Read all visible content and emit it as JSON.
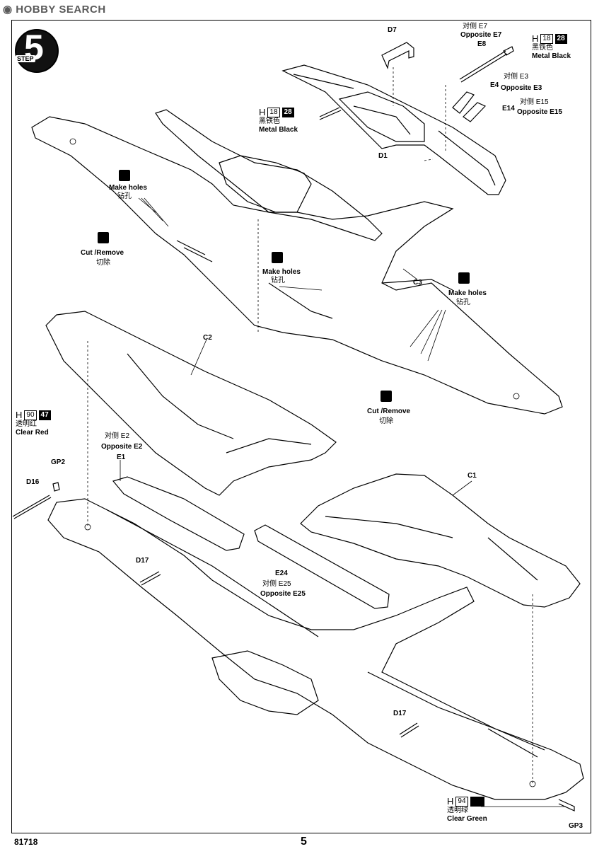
{
  "watermark": {
    "brand": "HOBBY SEARCH"
  },
  "step": {
    "number": "5",
    "label": "STEP"
  },
  "footer": {
    "code": "81718",
    "page": "5"
  },
  "paints": {
    "metal_black_top": {
      "letter": "H",
      "num1": "18",
      "num2": "28",
      "cn": "黑铁色",
      "en": "Metal  Black"
    },
    "metal_black_mid": {
      "letter": "H",
      "num1": "18",
      "num2": "28",
      "cn": "黑铁色",
      "en": "Metal  Black"
    },
    "clear_red": {
      "letter": "H",
      "num1": "90",
      "num2": "47",
      "cn": "透明红",
      "en": "Clear Red"
    },
    "clear_green": {
      "letter": "H",
      "num1": "94",
      "num2": "",
      "cn": "透明绿",
      "en": "Clear Green"
    }
  },
  "instructions": {
    "make_holes": {
      "en": "Make holes",
      "cn": "钻孔"
    },
    "cut_remove": {
      "en": "Cut /Remove",
      "cn": "切除"
    }
  },
  "parts": {
    "d7": "D7",
    "d1": "D1",
    "e7_cn": "对侧 E7",
    "e7_en": "Opposite E7",
    "e8": "E8",
    "e3_cn": "对侧 E3",
    "e3_en": "Opposite E3",
    "e4": "E4",
    "e15_cn": "对侧 E15",
    "e15_en": "Opposite E15",
    "e14": "E14",
    "c3": "C3",
    "c2": "C2",
    "c1": "C1",
    "e2_cn": "对侧 E2",
    "e2_en": "Opposite E2",
    "e1": "E1",
    "gp2": "GP2",
    "d16": "D16",
    "d17a": "D17",
    "d17b": "D17",
    "e24": "E24",
    "e25_cn": "对侧 E25",
    "e25_en": "Opposite E25",
    "gp3": "GP3"
  },
  "icons": [
    "drill-icon",
    "cut-icon",
    "arrow-icon"
  ]
}
